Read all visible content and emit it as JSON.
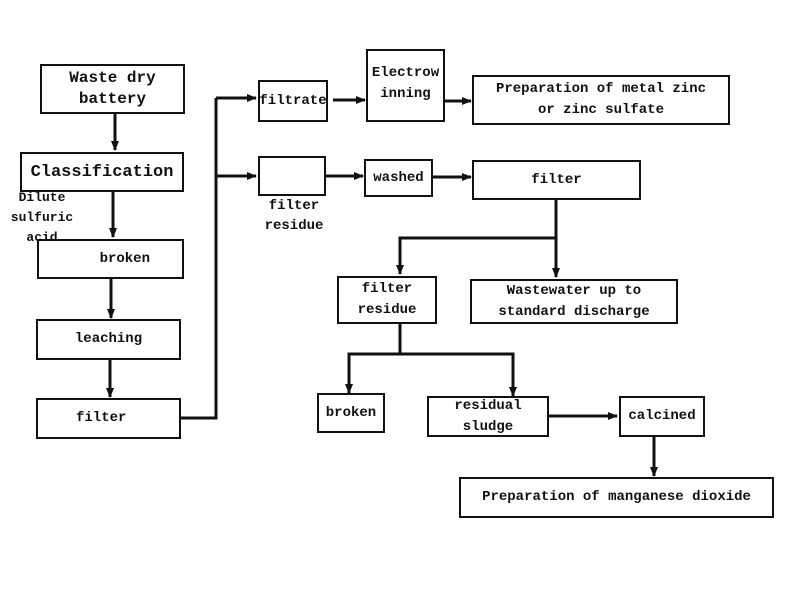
{
  "title": "Waste dry battery recycling process flow",
  "nodes": {
    "waste_dry_battery": "Waste dry\nbattery",
    "classification": "Classification",
    "broken_left": "broken",
    "leaching": "leaching",
    "filter_left": "filter",
    "filtrate": "filtrate",
    "electrowinning": "Electrow\ninning",
    "prep_zinc": "Preparation of metal zinc\nor zinc sulfate",
    "filter_residue_box": "",
    "washed": "washed",
    "filter_right": "filter",
    "filter_residue_2": "filter\nresidue",
    "wastewater": "Wastewater up to\nstandard discharge",
    "broken_right": "broken",
    "residual_sludge": "residual sludge",
    "calcined": "calcined",
    "prep_mno2": "Preparation of manganese dioxide"
  },
  "annotations": {
    "dilute_acid": "Dilute\nsulfuric\nacid",
    "filter_residue_label": "filter\nresidue"
  }
}
